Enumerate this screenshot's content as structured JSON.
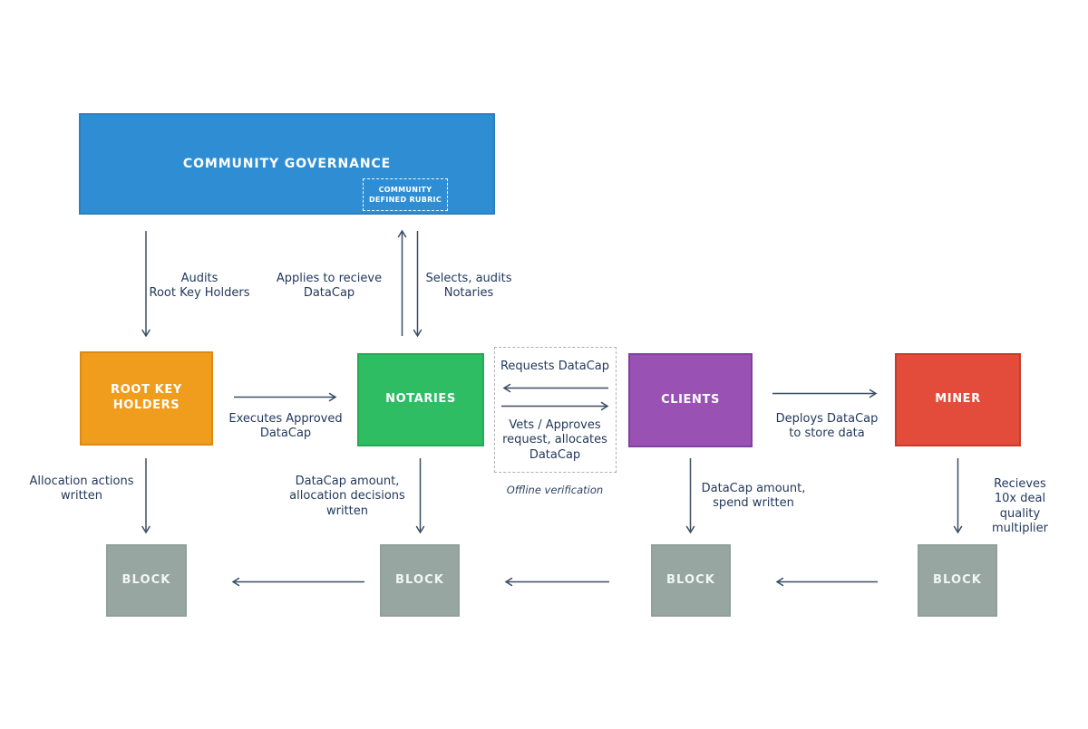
{
  "nodes": {
    "community": {
      "label": "COMMUNITY GOVERNANCE",
      "color": "#2f8ed3"
    },
    "rubric": {
      "label": "COMMUNITY\nDEFINED RUBRIC"
    },
    "root_key_holders": {
      "label": "ROOT KEY\nHOLDERS",
      "color": "#f09c1d"
    },
    "notaries": {
      "label": "NOTARIES",
      "color": "#2ebd62"
    },
    "clients": {
      "label": "CLIENTS",
      "color": "#9951b3"
    },
    "miner": {
      "label": "MINER",
      "color": "#e34b3a"
    },
    "blocks": [
      {
        "label": "BLOCK"
      },
      {
        "label": "BLOCK"
      },
      {
        "label": "BLOCK"
      },
      {
        "label": "BLOCK"
      }
    ],
    "block_color": "#98a6a2"
  },
  "edges": {
    "audits": "Audits\nRoot Key Holders",
    "applies": "Applies to recieve\nDataCap",
    "selects": "Selects, audits\nNotaries",
    "executes": "Executes Approved\nDataCap",
    "requests": "Requests DataCap",
    "vets": "Vets / Approves\nrequest, allocates\nDataCap",
    "offline": "Offline verification",
    "deploys": "Deploys DataCap\nto store data",
    "allocation_written": "Allocation actions\nwritten",
    "datacap_allocation_written": "DataCap amount,\nallocation decisions\nwritten",
    "datacap_spend_written": "DataCap amount,\nspend written",
    "recieves": "Recieves 10x deal\nquality multiplier"
  },
  "colors": {
    "arrow": "#3a4d63",
    "text": "#22395b",
    "background": "#ffffff"
  }
}
